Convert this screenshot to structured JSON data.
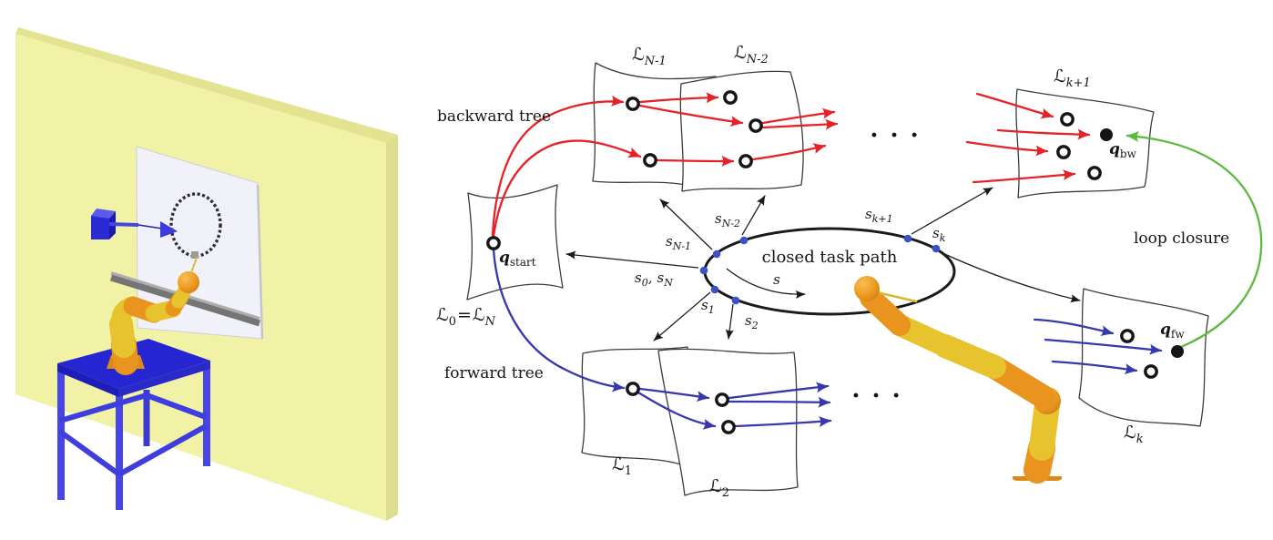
{
  "colors": {
    "wall": "#F2F2A6",
    "wall_bevel": "#E3E392",
    "wall_side": "#DEDE8E",
    "window": "#F1F1F9",
    "window_edge": "#C9C9D4",
    "ring_gray": "#2E2E2E",
    "bar_dark": "#757575",
    "bar_light": "#ADADAD",
    "box_blue": "#2B2BD5",
    "table_top": "#2525D2",
    "table_edge": "#1D1DB8",
    "table_leg": "#4646E6",
    "table_rail": "#3E3EDF",
    "robot_orange": "#E8941F",
    "robot_yellow": "#E7C32D",
    "robot_tool": "#D9B72F",
    "tree_red": "#E62228",
    "tree_blue": "#3737AE",
    "loop_green": "#5BBA3D",
    "sample_blue": "#3A52C4",
    "ink": "#1A1A1A"
  },
  "diagram": {
    "labels": {
      "backward_tree": "backward tree",
      "forward_tree": "forward tree",
      "loop_closure": "loop closure",
      "closed_task_path": "closed task path",
      "param_s": "s",
      "ellipsis": "· · ·"
    },
    "manifolds": {
      "l_n1": {
        "main": "ℒ",
        "sub": "N-1"
      },
      "l_n2": {
        "main": "ℒ",
        "sub": "N-2"
      },
      "l_k1": {
        "main": "ℒ",
        "sub": "k+1"
      },
      "l_k": {
        "main": "ℒ",
        "sub": "k"
      },
      "l_1": {
        "main": "ℒ",
        "sub": "1"
      },
      "l_2": {
        "main": "ℒ",
        "sub": "2"
      },
      "l_0n": {
        "parts": [
          "ℒ",
          "0",
          "=",
          "ℒ",
          "N"
        ]
      }
    },
    "s_points": {
      "s_n1": {
        "main": "s",
        "sub": "N-1"
      },
      "s_n2": {
        "main": "s",
        "sub": "N-2"
      },
      "s_0n": {
        "parts": [
          "s",
          "0",
          ",",
          "s",
          "N"
        ]
      },
      "s_1": {
        "main": "s",
        "sub": "1"
      },
      "s_2": {
        "main": "s",
        "sub": "2"
      },
      "s_k1": {
        "main": "s",
        "sub": "k+1"
      },
      "s_k": {
        "main": "s",
        "sub": "k"
      }
    },
    "q_nodes": {
      "q_start": {
        "main": "q",
        "sub": "start"
      },
      "q_bw": {
        "main": "q",
        "sub": "bw"
      },
      "q_fw": {
        "main": "q",
        "sub": "fw"
      }
    }
  }
}
